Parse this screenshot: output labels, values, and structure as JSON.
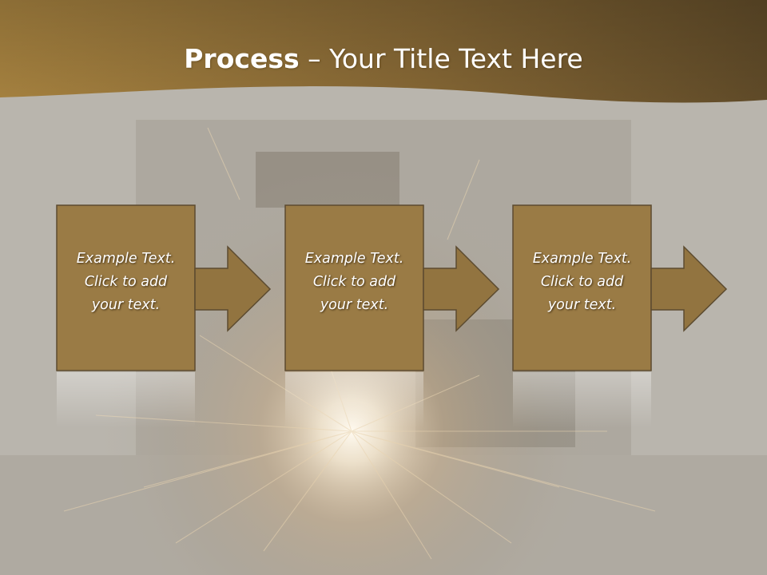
{
  "slide": {
    "title_bold": "Process",
    "title_rest": " – Your Title Text Here"
  },
  "steps": [
    {
      "lines": [
        "Example Text.",
        "Click  to add",
        "your text."
      ]
    },
    {
      "lines": [
        "Example Text.",
        "Click  to add",
        "your text."
      ]
    },
    {
      "lines": [
        "Example Text.",
        "Click  to add",
        "your text."
      ]
    }
  ],
  "colors": {
    "banner_dark": "#5f4a28",
    "banner_light": "#a5813f",
    "box_fill": "#9a7b45",
    "box_border": "#5c4b30",
    "arrow_fill": "#927440",
    "background": "#b9b5ad",
    "text": "#ffffff"
  }
}
